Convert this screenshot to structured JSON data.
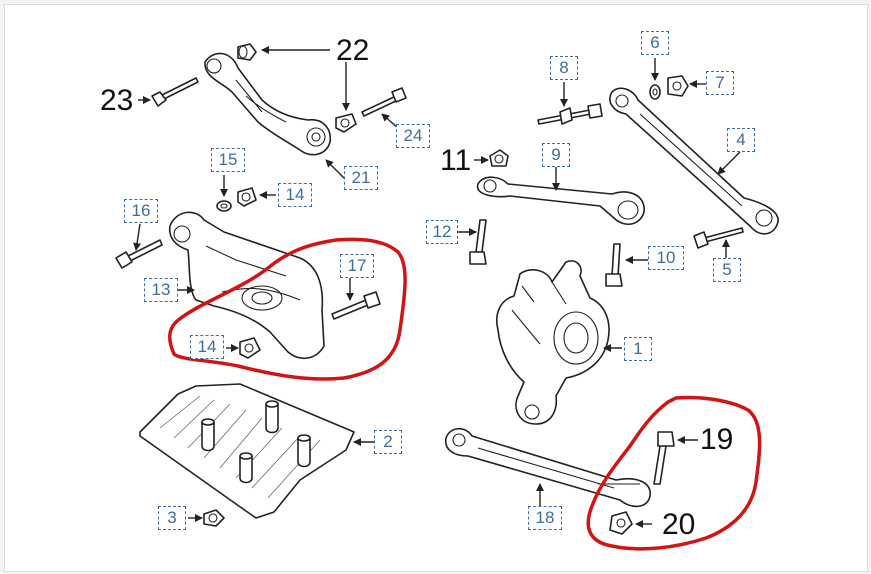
{
  "diagram": {
    "callouts": {
      "c1": "1",
      "c2": "2",
      "c3": "3",
      "c4": "4",
      "c5": "5",
      "c6": "6",
      "c7": "7",
      "c8": "8",
      "c9": "9",
      "c10": "10",
      "c11": "11",
      "c12": "12",
      "c13": "13",
      "c14a": "14",
      "c14b": "14",
      "c15": "15",
      "c16": "16",
      "c17": "17",
      "c18": "18",
      "c19": "19",
      "c20": "20",
      "c21": "21",
      "c22": "22",
      "c23": "23",
      "c24": "24"
    },
    "colors": {
      "callout_text": "#3f6e9a",
      "callout_border": "#3f6e9a",
      "highlight": "#d11414",
      "line_art": "#222222"
    }
  }
}
